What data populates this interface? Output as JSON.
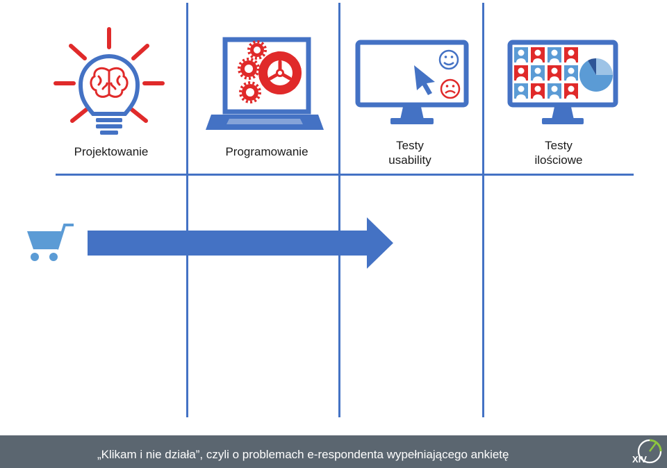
{
  "colors": {
    "blue": "#4472c4",
    "red": "#e02a2a",
    "light_blue": "#5b9bd5",
    "footer_bg": "#5b6670",
    "logo_green": "#8dc63f",
    "text": "#1a1a1a"
  },
  "stages": [
    {
      "label": "Projektowanie",
      "icon": "lightbulb-brain-icon"
    },
    {
      "label": "Programowanie",
      "icon": "laptop-gears-icon"
    },
    {
      "label": "Testy usability",
      "icon": "monitor-cursor-smiley-icon"
    },
    {
      "label": "Testy ilościowe",
      "icon": "monitor-people-pie-icon"
    }
  ],
  "process": {
    "icon": "shopping-cart-icon",
    "progress_arrow_end_stage": 3
  },
  "footer": {
    "text": "„Klikam i nie działa”, czyli o problemach e-respondenta wypełniającego ankietę",
    "logo_text": "XIV"
  }
}
